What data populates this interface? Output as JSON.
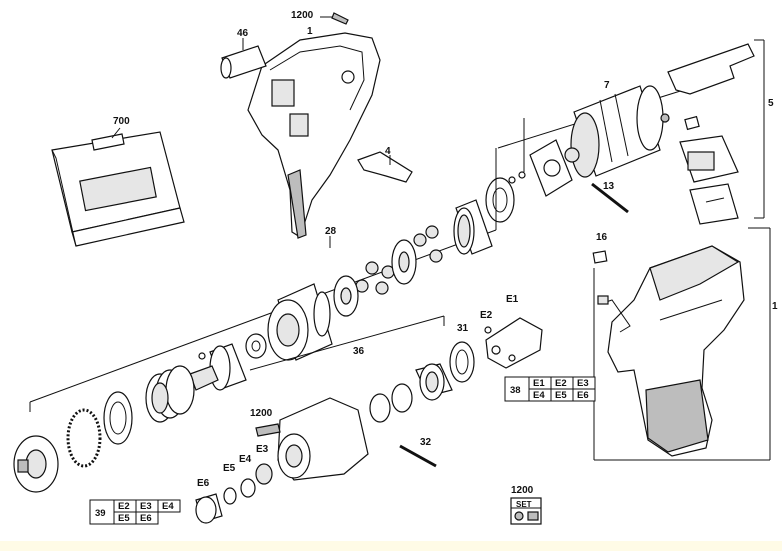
{
  "labels": {
    "l1200a": "1200",
    "l1": "1",
    "l46": "46",
    "l700": "700",
    "l4": "4",
    "l7": "7",
    "l5": "5",
    "l13": "13",
    "l28": "28",
    "l16": "16",
    "l1r": "1",
    "lE1": "E1",
    "lE2": "E2",
    "l31": "31",
    "l36": "36",
    "l1200b": "1200",
    "lE3": "E3",
    "lE4": "E4",
    "lE5": "E5",
    "lE6": "E6",
    "l32": "32",
    "l1200c": "1200",
    "set": "SET"
  },
  "table38": {
    "ref": "38",
    "row1": [
      "E1",
      "E2",
      "E3"
    ],
    "row2": [
      "E4",
      "E5",
      "E6"
    ]
  },
  "table39": {
    "ref": "39",
    "row1": [
      "E2",
      "E3",
      "E4"
    ],
    "row2": [
      "E5",
      "E6"
    ]
  }
}
